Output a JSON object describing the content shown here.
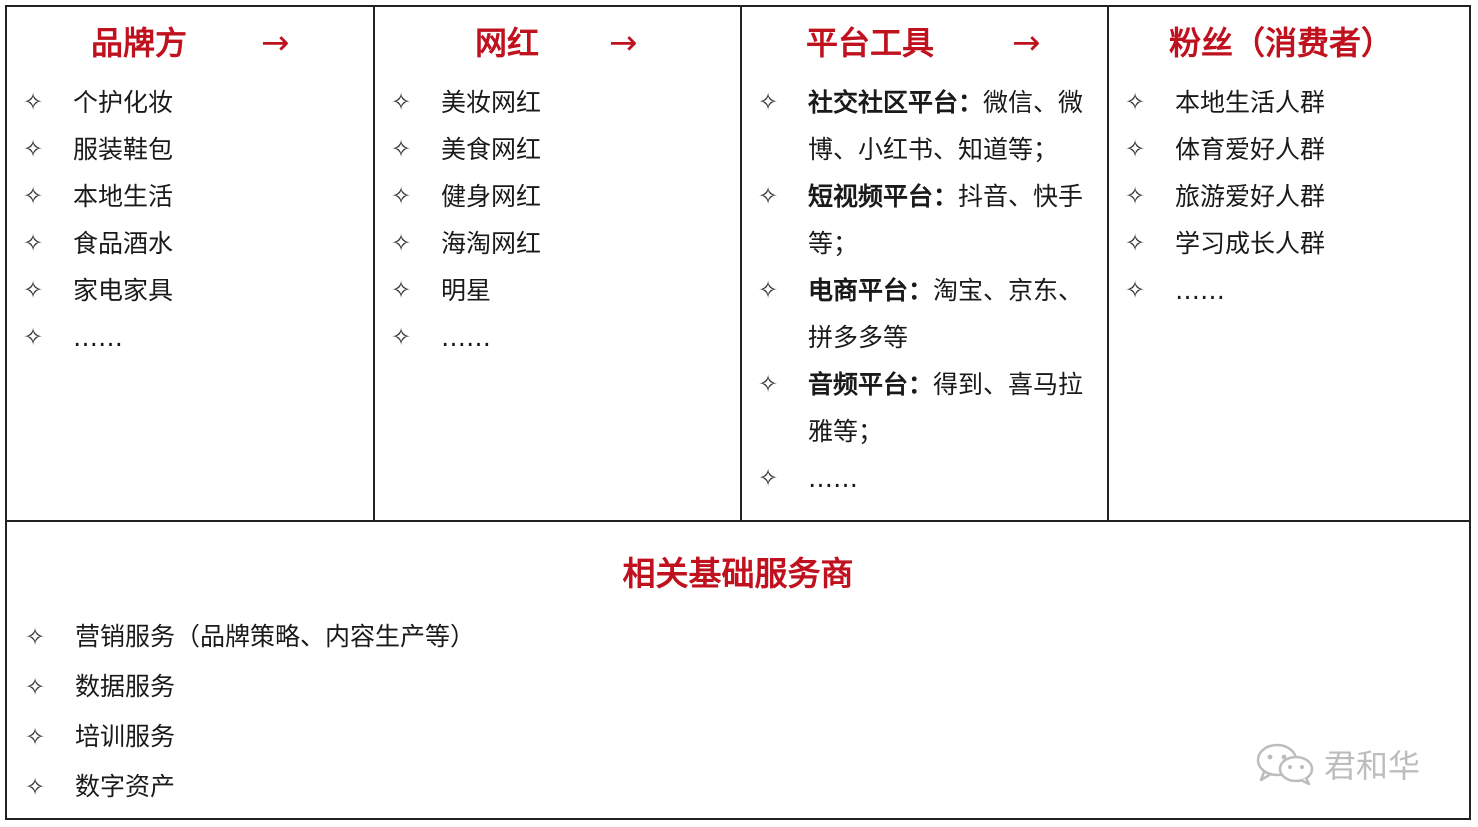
{
  "columns": [
    {
      "title": "品牌方",
      "arrow": "→",
      "items": [
        "个护化妆",
        "服装鞋包",
        "本地生活",
        "食品酒水",
        "家电家具",
        "……"
      ]
    },
    {
      "title": "网红",
      "arrow": "→",
      "items": [
        "美妆网红",
        "美食网红",
        "健身网红",
        "海淘网红",
        "明星",
        "……"
      ]
    },
    {
      "title": "平台工具",
      "arrow": "→",
      "items": [
        {
          "label": "社交社区平台：",
          "text": "微信、微博、小红书、知道等；"
        },
        {
          "label": "短视频平台：",
          "text": "抖音、快手等；"
        },
        {
          "label": "电商平台：",
          "text": "淘宝、京东、拼多多等"
        },
        {
          "label": "音频平台：",
          "text": "得到、喜马拉雅等；"
        },
        {
          "label": "",
          "text": "……"
        }
      ]
    },
    {
      "title": "粉丝（消费者）",
      "items": [
        "本地生活人群",
        "体育爱好人群",
        "旅游爱好人群",
        "学习成长人群",
        "……"
      ]
    }
  ],
  "bottom": {
    "title": "相关基础服务商",
    "items": [
      "营销服务（品牌策略、内容生产等）",
      "数据服务",
      "培训服务",
      "数字资产"
    ]
  },
  "bullet_glyph": "✧",
  "watermark": {
    "icon": "wechat-icon",
    "text": "君和华"
  },
  "colors": {
    "title": "#c0111f",
    "border": "#222222",
    "text": "#1a1a1a",
    "watermark": "#bdbdbd"
  }
}
